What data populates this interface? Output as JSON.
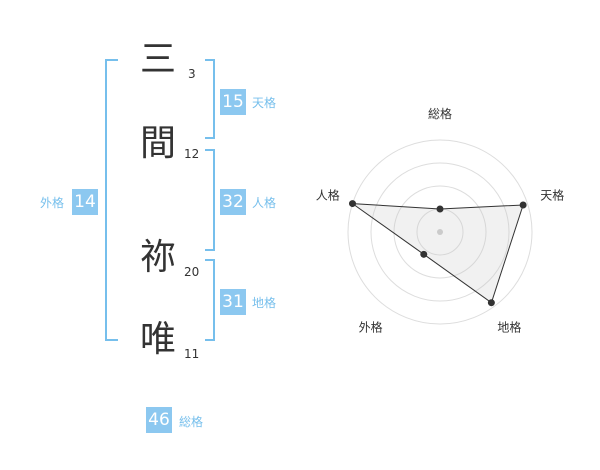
{
  "name": {
    "chars": [
      {
        "char": "三",
        "strokes": "3"
      },
      {
        "char": "間",
        "strokes": "12"
      },
      {
        "char": "祢",
        "strokes": "20"
      },
      {
        "char": "唯",
        "strokes": "11"
      }
    ]
  },
  "fortune": {
    "tenkaku": {
      "value": "15",
      "label": "天格"
    },
    "jinkaku": {
      "value": "32",
      "label": "人格"
    },
    "chikaku": {
      "value": "31",
      "label": "地格"
    },
    "gaikaku": {
      "value": "14",
      "label": "外格"
    },
    "soukaku": {
      "value": "46",
      "label": "総格"
    }
  },
  "colors": {
    "accent": "#8cc8f0",
    "label": "#76bfec",
    "bracket": "#76bfec",
    "text": "#333333"
  },
  "chart_data": {
    "type": "radar",
    "axes": [
      "総格",
      "天格",
      "地格",
      "外格",
      "人格"
    ],
    "values": [
      0.25,
      0.95,
      0.95,
      0.3,
      1.0
    ],
    "rings": 4,
    "range": [
      0,
      1
    ]
  }
}
